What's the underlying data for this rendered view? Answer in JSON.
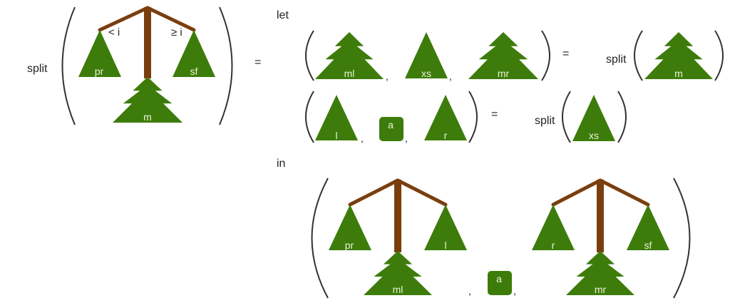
{
  "colors": {
    "tree": "#3d7c0b",
    "branch": "#7a3e0e"
  },
  "lhs": {
    "fn": "split",
    "equals": "=",
    "lt": "< i",
    "ge": "≥ i",
    "prefix": "pr",
    "suffix": "sf",
    "middle": "m"
  },
  "let_kw": "let",
  "row1": {
    "left": "ml",
    "mid": "xs",
    "right": "mr",
    "comma": ",",
    "equals": "=",
    "fn": "split",
    "arg": "m"
  },
  "row2": {
    "left": "l",
    "elem": "a",
    "right": "r",
    "comma": ",",
    "equals": "=",
    "fn": "split",
    "arg": "xs"
  },
  "in_kw": "in",
  "result": {
    "left_prefix": "pr",
    "left_suffix": "l",
    "left_middle": "ml",
    "elem": "a",
    "right_prefix": "r",
    "right_suffix": "sf",
    "right_middle": "mr",
    "comma": ","
  }
}
